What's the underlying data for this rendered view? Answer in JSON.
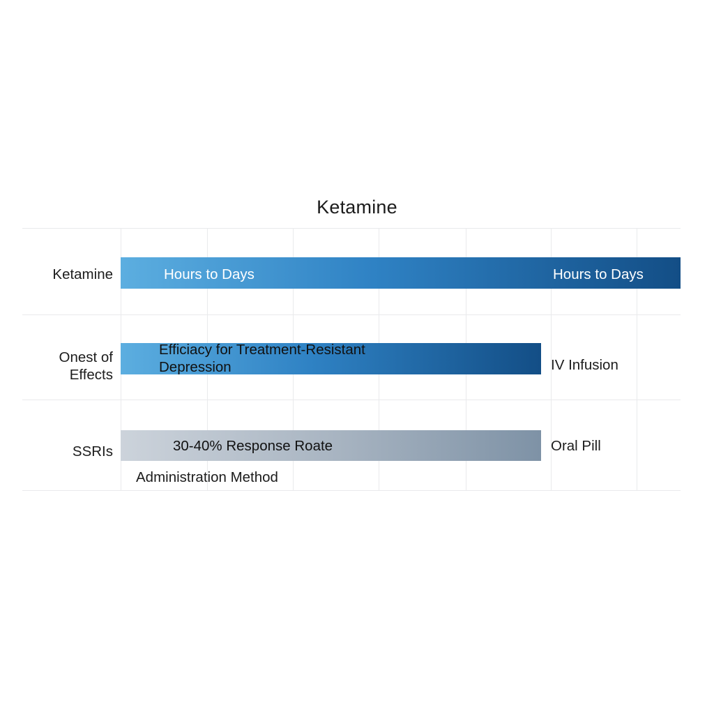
{
  "chart_data": {
    "type": "bar",
    "title": "Ketamine",
    "orientation": "horizontal",
    "xlabel": "",
    "ylabel": "",
    "grid": true,
    "legend": "none",
    "categories": [
      "Ketamine",
      "Onest of Effects",
      "SSRIs"
    ],
    "values": [
      100,
      75,
      75
    ],
    "xlim": [
      0,
      100
    ],
    "bars": [
      {
        "category": "Ketamine",
        "value": 100,
        "color_start": "#5caee0",
        "color_end": "#134e86",
        "in_bar_label": "Hours to Days",
        "in_bar_label_color": "#ffffff",
        "end_label": "Hours to Days",
        "end_label_inside": true
      },
      {
        "category": "Onest of Effects",
        "value": 75,
        "color_start": "#5caee0",
        "color_end": "#134e86",
        "in_bar_label": "Efficiacy for Treatment-Resistant\nDepression",
        "in_bar_label_color": "#111111",
        "end_label": "IV Infusion",
        "end_label_inside": false
      },
      {
        "category": "SSRIs",
        "value": 75,
        "color_start": "#ccd3db",
        "color_end": "#7e92a6",
        "in_bar_label": "30-40% Response Roate",
        "in_bar_label_color": "#111111",
        "end_label": "Oral Pill",
        "end_label_inside": false,
        "below_label": "Administration Method"
      }
    ],
    "annotations": [
      "Hours to Days",
      "Hours to Days",
      "Efficiacy for Treatment-Resistant Depression",
      "IV Infusion",
      "30-40% Response Roate",
      "Oral Pill",
      "Administration Method"
    ],
    "colors": {
      "blue_light": "#5caee0",
      "blue_dark": "#134e86",
      "gray_light": "#ccd3db",
      "gray_dark": "#7e92a6",
      "grid": "#e9eaec",
      "text": "#1c1c1c",
      "background": "#ffffff"
    }
  }
}
